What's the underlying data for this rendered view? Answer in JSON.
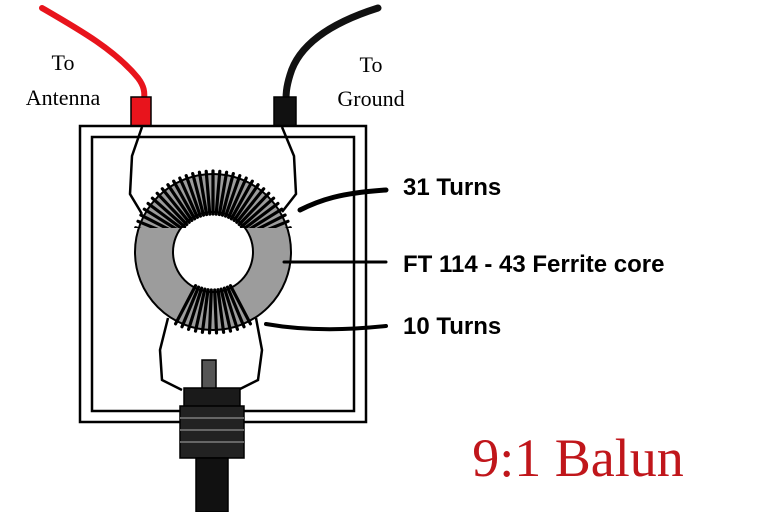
{
  "labels": {
    "to_antenna_line1": "To",
    "to_antenna_line2": "Antenna",
    "to_ground_line1": "To",
    "to_ground_line2": "Ground",
    "turns_31": "31 Turns",
    "core": "FT 114 - 43 Ferrite core",
    "turns_10": "10 Turns",
    "title": "9:1 Balun"
  },
  "colors": {
    "antenna_wire": "#e8141c",
    "ground_wire": "#111111",
    "ferrite": "#9c9c9c",
    "title": "#c0161b"
  }
}
